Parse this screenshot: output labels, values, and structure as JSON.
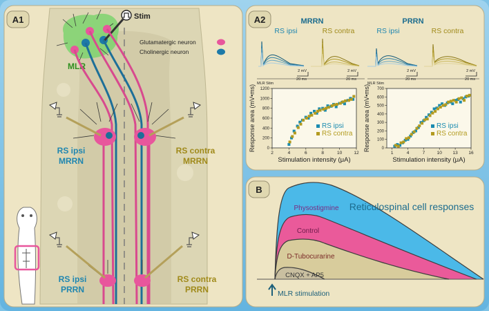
{
  "panel_a1": {
    "tag": "A1",
    "stim_label": "Stim",
    "mlr_label": "MLR",
    "legend": {
      "glutamatergic": "Glutamatergic neuron",
      "cholinergic": "Cholinergic neuron"
    },
    "mrrn_ipsi": [
      "RS ipsi",
      "MRRN"
    ],
    "mrrn_contra": [
      "RS contra",
      "MRRN"
    ],
    "prrn_ipsi": [
      "RS ipsi",
      "PRRN"
    ],
    "prrn_contra": [
      "RS contra",
      "PRRN"
    ]
  },
  "panel_a2": {
    "tag": "A2",
    "mrrn": {
      "title": "MRRN",
      "ipsi_label": "RS ipsi",
      "contra_label": "RS contra",
      "scale_ipsi": [
        "2 mV",
        "20 ms"
      ],
      "scale_contra": [
        "2 mV",
        "20 ms"
      ],
      "stim_note": "MLR Stim"
    },
    "prrn": {
      "title": "PRRN",
      "ipsi_label": "RS ipsi",
      "contra_label": "RS contra",
      "scale_ipsi": [
        "2 mV",
        "20 ms"
      ],
      "scale_contra": [
        "2 mV",
        "20 ms"
      ],
      "stim_note": "MLR Stim"
    }
  },
  "chart_data": [
    {
      "type": "scatter",
      "xlabel": "Stimulation intensity (μA)",
      "ylabel": "Response area (mV•ms)",
      "xlim": [
        2,
        12
      ],
      "ylim": [
        0,
        1200
      ],
      "xticks": [
        "2",
        "4",
        "6",
        "8",
        "10",
        "12"
      ],
      "yticks": [
        "0",
        "200",
        "400",
        "600",
        "800",
        "1000",
        "1200"
      ],
      "legend_position": "bottom-right",
      "series": [
        {
          "name": "RS ipsi",
          "color": "#1a8bb0",
          "x": [
            4.0,
            4.3,
            4.6,
            5.0,
            5.3,
            5.6,
            6.0,
            6.3,
            6.6,
            7.0,
            7.3,
            7.6,
            8.0,
            8.3,
            8.6,
            9.0,
            9.3,
            9.6,
            10.0,
            10.3,
            10.6,
            11.0,
            11.3,
            11.6
          ],
          "y": [
            70,
            200,
            340,
            440,
            520,
            560,
            620,
            600,
            700,
            740,
            700,
            790,
            800,
            760,
            850,
            840,
            880,
            830,
            900,
            920,
            890,
            960,
            1000,
            980
          ]
        },
        {
          "name": "RS contra",
          "color": "#b39b1f",
          "x": [
            4.1,
            4.4,
            4.7,
            5.1,
            5.4,
            5.7,
            6.1,
            6.4,
            6.7,
            7.1,
            7.4,
            7.7,
            8.1,
            8.4,
            8.7,
            9.1,
            9.4,
            9.7,
            10.1,
            10.4,
            10.7,
            11.1,
            11.4,
            11.7
          ],
          "y": [
            120,
            230,
            300,
            410,
            480,
            560,
            600,
            640,
            660,
            700,
            740,
            760,
            780,
            800,
            820,
            850,
            870,
            880,
            900,
            930,
            950,
            960,
            980,
            1040
          ]
        }
      ]
    },
    {
      "type": "scatter",
      "xlabel": "Stimulation intensity (μA)",
      "ylabel": "Response area (mV•ms)",
      "xlim": [
        0,
        16
      ],
      "ylim": [
        0,
        700
      ],
      "xticks": [
        "1",
        "4",
        "7",
        "10",
        "13",
        "16"
      ],
      "yticks": [
        "0",
        "100",
        "200",
        "300",
        "400",
        "500",
        "600",
        "700"
      ],
      "legend_position": "bottom-right",
      "series": [
        {
          "name": "RS ipsi",
          "color": "#1a8bb0",
          "x": [
            1.5,
            2.0,
            2.5,
            3.0,
            3.5,
            4.0,
            4.5,
            5.0,
            5.5,
            6.0,
            6.5,
            7.0,
            7.5,
            8.0,
            8.5,
            9.0,
            9.5,
            10.0,
            10.5,
            11.0,
            11.5,
            12.0,
            12.5,
            13.0,
            13.5,
            14.0,
            14.5,
            15.0,
            15.5
          ],
          "y": [
            20,
            40,
            30,
            60,
            90,
            100,
            140,
            180,
            200,
            240,
            300,
            320,
            360,
            390,
            420,
            460,
            470,
            500,
            520,
            500,
            530,
            540,
            520,
            560,
            570,
            540,
            580,
            600,
            610
          ]
        },
        {
          "name": "RS contra",
          "color": "#b39b1f",
          "x": [
            1.7,
            2.2,
            2.7,
            3.2,
            3.7,
            4.2,
            4.7,
            5.2,
            5.7,
            6.2,
            6.7,
            7.2,
            7.7,
            8.2,
            8.7,
            9.2,
            9.7,
            10.2,
            10.7,
            11.2,
            11.7,
            12.2,
            12.7,
            13.2,
            13.7,
            14.2,
            14.7,
            15.2,
            15.7
          ],
          "y": [
            30,
            20,
            60,
            70,
            110,
            120,
            160,
            190,
            230,
            260,
            290,
            330,
            340,
            380,
            410,
            430,
            460,
            480,
            500,
            510,
            540,
            550,
            560,
            540,
            580,
            590,
            560,
            610,
            620
          ]
        }
      ]
    }
  ],
  "panel_b": {
    "tag": "B",
    "title": "Reticulospinal cell responses",
    "conditions": [
      "Physostigmine",
      "Control",
      "D-Tubocurarine",
      "CNQX + AP5"
    ],
    "stim_label": "MLR stimulation",
    "colors": {
      "physostigmine": "#4bb9e8",
      "control": "#ea5a9a",
      "tubocurarine": "#d8cc9c",
      "cnqx": "#c9bfa0"
    }
  }
}
